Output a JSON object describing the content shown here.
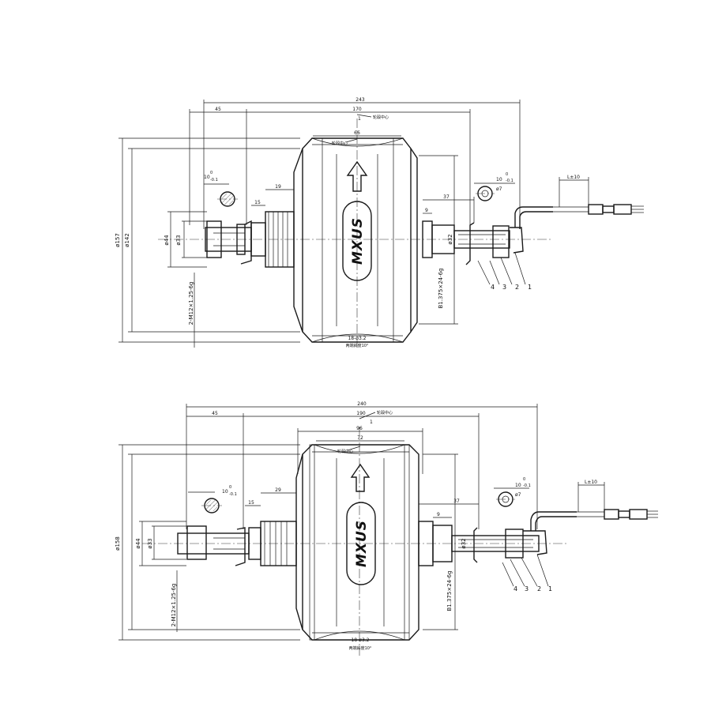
{
  "drawings": [
    {
      "id": "upper",
      "logo": "MXUS",
      "dims": {
        "overall_width": "243",
        "left_offset": "45",
        "center_offset": "170",
        "hub_center_label": "轮毂中心",
        "small_offset": "1",
        "flange_width": "66",
        "flange_center_label": "轮毂中心",
        "flat_tolerance": "10",
        "tol_upper": "0",
        "tol_lower": "-0.1",
        "spline_length": "19",
        "shoulder_length": "15",
        "disc_offset": "37",
        "disc_width": "9",
        "diameter_outer": "ø157",
        "diameter_flange": "ø142",
        "diameter_44": "ø44",
        "diameter_33": "ø33",
        "diameter_32": "ø32",
        "cable_hole": "ø7",
        "thread_spec": "2-M12×1.25-6g",
        "freewheel_thread": "B1.375×24-6g",
        "spoke_holes": "18-ø3.2",
        "spoke_angle": "两端斜度10°",
        "cable_length": "L±10"
      },
      "parts": [
        "4",
        "3",
        "2",
        "1"
      ]
    },
    {
      "id": "lower",
      "logo": "MXUS",
      "dims": {
        "overall_width": "240",
        "left_offset": "45",
        "center_offset": "190",
        "hub_center_label": "轮毂中心",
        "small_offset": "1",
        "flange_width": "96",
        "inner_width": "72",
        "flange_center_label": "轮毂中心",
        "flat_tolerance": "10",
        "tol_upper": "0",
        "tol_lower": "-0.1",
        "spline_length": "29",
        "shoulder_length": "15",
        "disc_offset": "37",
        "disc_width": "9",
        "diameter_outer": "ø158",
        "diameter_44": "ø44",
        "diameter_33": "ø33",
        "diameter_32": "ø32",
        "cable_hole": "ø7",
        "thread_spec": "2-M12×1.25-6g",
        "freewheel_thread": "B1.375×24-6g",
        "spoke_holes": "18-ø3.2",
        "spoke_angle": "两端斜度10°",
        "cable_length": "L±10"
      },
      "parts": [
        "4",
        "3",
        "2",
        "1"
      ]
    }
  ]
}
